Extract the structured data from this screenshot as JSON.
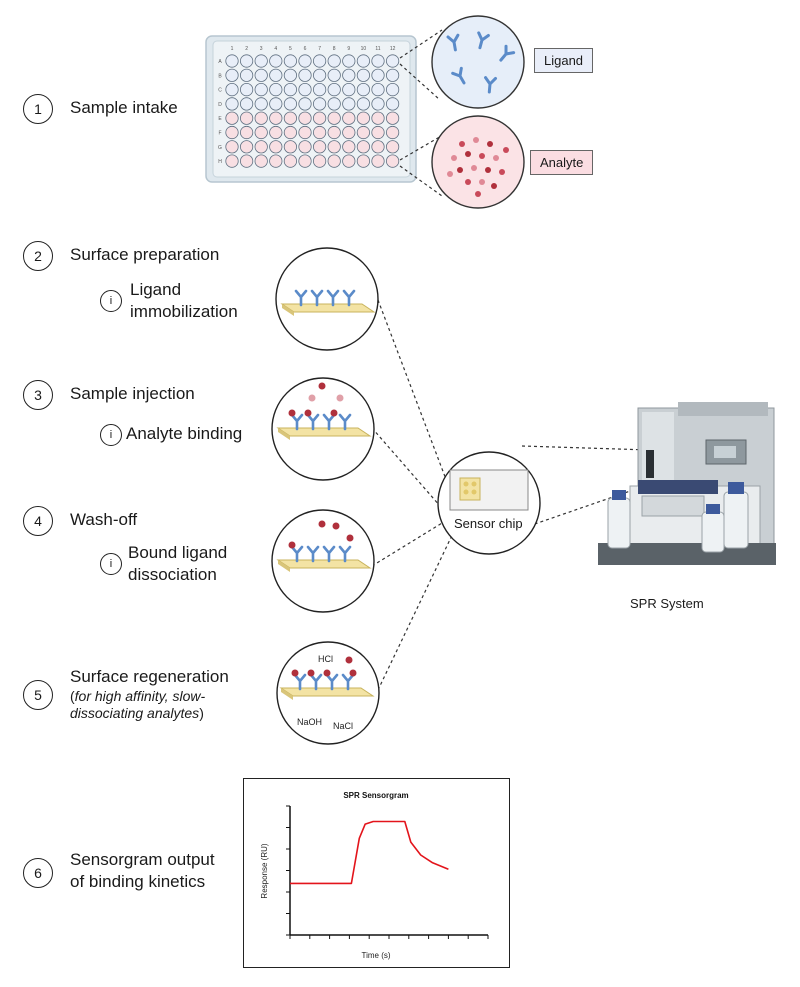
{
  "steps": [
    {
      "num": "1",
      "title": "Sample intake"
    },
    {
      "num": "2",
      "title": "Surface preparation",
      "sub_icon": "i",
      "sub_lines": [
        "Ligand",
        "immobilization"
      ]
    },
    {
      "num": "3",
      "title": "Sample injection",
      "sub_icon": "i",
      "sub_lines": [
        "Analyte binding"
      ]
    },
    {
      "num": "4",
      "title": "Wash-off",
      "sub_icon": "i",
      "sub_lines": [
        "Bound ligand",
        "dissociation"
      ]
    },
    {
      "num": "5",
      "title": "Surface regeneration",
      "note_open": "(",
      "note_italic": "for high affinity, slow-",
      "note_italic2": "dissociating analytes",
      "note_close": ")"
    },
    {
      "num": "6",
      "title_lines": [
        "Sensorgram output",
        "of binding kinetics"
      ]
    }
  ],
  "plate": {
    "columns": [
      "1",
      "2",
      "3",
      "4",
      "5",
      "6",
      "7",
      "8",
      "9",
      "10",
      "11",
      "12"
    ],
    "rows": [
      "A",
      "B",
      "C",
      "D",
      "E",
      "F",
      "G",
      "H"
    ],
    "ligand_color": "#e8eef8",
    "analyte_color": "#f8dfe3"
  },
  "labels": {
    "ligand": "Ligand",
    "analyte": "Analyte",
    "sensor_chip": "Sensor chip",
    "spr_system": "SPR System",
    "hcl": "HCl",
    "naoh": "NaOH",
    "nacl": "NaCl"
  },
  "colors": {
    "ligand_blue": "#5b8bc9",
    "analyte_red": "#b0303c",
    "chip_gold": "#f3e3a4",
    "curve_red": "#e3141b"
  },
  "chart_data": {
    "type": "line",
    "title": "SPR Sensorgram",
    "xlabel": "Time (s)",
    "ylabel": "Response (RU)",
    "xlim": [
      0,
      10
    ],
    "ylim": [
      0,
      10
    ],
    "grid": false,
    "series": [
      {
        "x": [
          0,
          3.1,
          3.5,
          3.8,
          4.2,
          5.8,
          6.1,
          6.6,
          7.2,
          8.0
        ],
        "y": [
          4.0,
          4.0,
          7.5,
          8.6,
          8.8,
          8.8,
          7.2,
          6.2,
          5.6,
          5.1
        ]
      }
    ]
  }
}
